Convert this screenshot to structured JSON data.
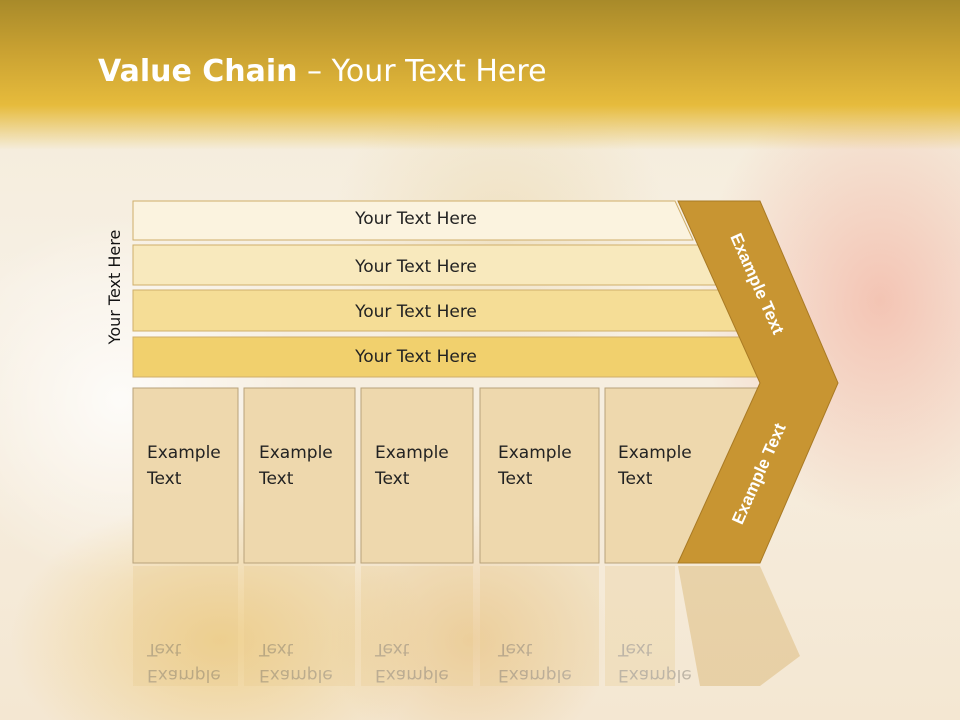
{
  "title": {
    "bold": "Value Chain",
    "rest": " – Your Text Here"
  },
  "side_label": "Your Text Here",
  "rows": [
    "Your Text Here",
    "Your Text Here",
    "Your Text Here",
    "Your Text Here"
  ],
  "boxes": [
    "Example\nText",
    "Example\nText",
    "Example\nText",
    "Example\nText",
    "Example\nText"
  ],
  "arrow_top_label": "Example Text",
  "arrow_bottom_label": "Example Text",
  "colors": {
    "header": "#d9ac36",
    "row1": "#fbf3df",
    "row2": "#f8e9bd",
    "row3": "#f5dd96",
    "row4": "#f1d06d",
    "box": "#eed8ad",
    "arrow": "#c89532"
  }
}
